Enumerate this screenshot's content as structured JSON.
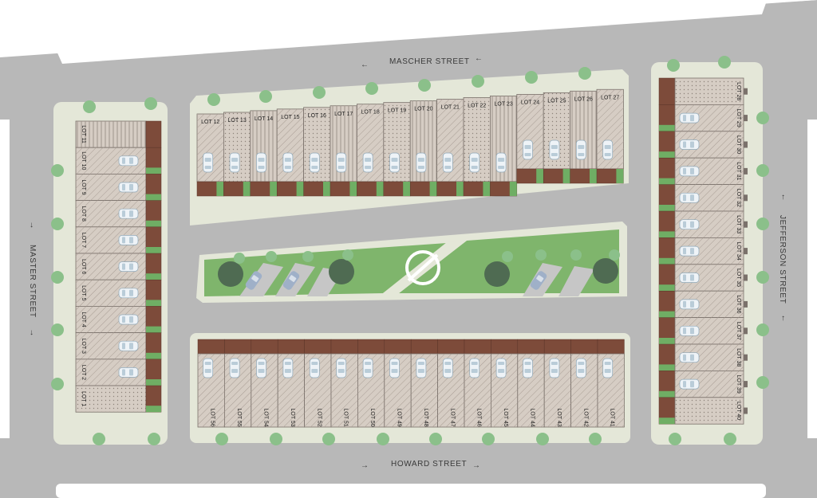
{
  "streets": {
    "north": "MASCHER STREET",
    "south": "HOWARD STREET",
    "west": "MASTER STREET",
    "east": "JEFFERSON STREET"
  },
  "arrows": {
    "left": "←",
    "right": "→",
    "up": "↑",
    "down": "↓"
  },
  "blocks": {
    "west": [
      "LOT 11",
      "LOT 10",
      "LOT 9",
      "LOT 8",
      "LOT 7",
      "LOT 6",
      "LOT 5",
      "LOT 4",
      "LOT 3",
      "LOT 2",
      "LOT 1"
    ],
    "north": [
      "LOT 12",
      "LOT 13",
      "LOT 14",
      "LOT 15",
      "LOT 16",
      "LOT 17",
      "LOT 18",
      "LOT 19",
      "LOT 20",
      "LOT 21",
      "LOT 22",
      "LOT 23",
      "LOT 24",
      "LOT 25",
      "LOT 26",
      "LOT 27"
    ],
    "south": [
      "LOT 56",
      "LOT 55",
      "LOT 54",
      "LOT 53",
      "LOT 52",
      "LOT 51",
      "LOT 50",
      "LOT 49",
      "LOT 48",
      "LOT 47",
      "LOT 46",
      "LOT 45",
      "LOT 44",
      "LOT 43",
      "LOT 42",
      "LOT 41"
    ],
    "east": [
      "LOT 28",
      "LOT 29",
      "LOT 30",
      "LOT 31",
      "LOT 32",
      "LOT 33",
      "LOT 34",
      "LOT 35",
      "LOT 36",
      "LOT 37",
      "LOT 38",
      "LOT 39",
      "LOT 40"
    ]
  },
  "colors": {
    "road": "#b8b8b8",
    "block": "#e4e7d8",
    "lot": "#d6cdc4",
    "lot_border": "#7a716b",
    "brick": "#7d4b3a",
    "park": "#7fb56c",
    "tree": "#8bc08a",
    "tree_dark": "#4f6b52",
    "car": "#eef3f7",
    "car_blue": "#9fb0c8"
  }
}
